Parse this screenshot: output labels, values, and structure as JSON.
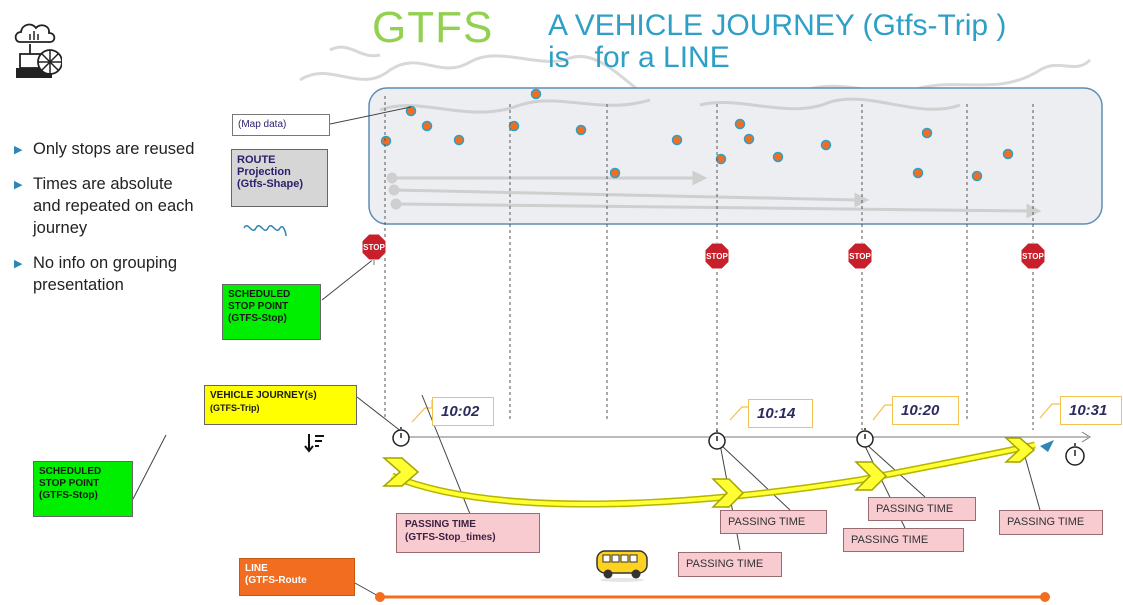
{
  "title": {
    "gtfs": "GTFS",
    "main_line1": "A VEHICLE JOURNEY (Gtfs-Trip )",
    "main_line2": "is   for a LINE"
  },
  "bullets": [
    "Only stops are reused",
    "Times are absolute and repeated on each journey",
    "No info on grouping presentation"
  ],
  "labels": {
    "map_data": "(Map data)",
    "route_l1": "ROUTE",
    "route_l2": "Projection",
    "route_l3": "(Gtfs-Shape)",
    "ssp_top_l1": "SCHEDULED",
    "ssp_top_l2": "STOP POINT",
    "ssp_top_l3": "(GTFS-Stop)",
    "ssp_bot_l1": "SCHEDULED",
    "ssp_bot_l2": "STOP POINT",
    "ssp_bot_l3": "(GTFS-Stop)",
    "vj_l1": "VEHICLE JOURNEY(s)",
    "vj_l2": "(GTFS-Trip)",
    "pt_main_l1": "PASSING TIME",
    "pt_main_l2": "(GTFS-Stop_times)",
    "line_l1": "LINE",
    "line_l2": "(GTFS-Route",
    "stop_sign": "STOP"
  },
  "passing_time_label": "PASSING TIME",
  "times": [
    "10:02",
    "10:14",
    "10:20",
    "10:31"
  ],
  "colors": {
    "title_green": "#92d050",
    "title_blue": "#2e9fc7",
    "stop_point_green": "#00ee00",
    "journey_yellow": "#ffff00",
    "line_orange": "#f26d1f",
    "passing_pink": "#f8cbd1",
    "map_box": "#eceef1"
  },
  "icons": {
    "cloud_server": "cloud-server-icon",
    "stop_sign": "stop-sign-icon",
    "stopwatch": "stopwatch-icon",
    "sort": "sort-descending-icon",
    "bus": "bus-icon",
    "chevron": "chevron-arrow-icon"
  }
}
